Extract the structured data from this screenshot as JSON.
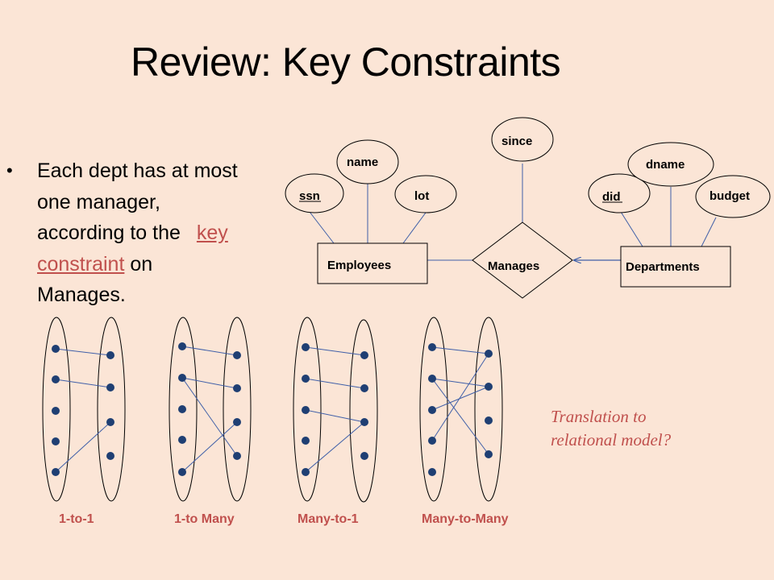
{
  "title": "Review: Key Constraints",
  "bullet": {
    "lines": [
      "Each dept has at most",
      "one manager,"
    ],
    "line3_prefix": "according to the",
    "key": "key",
    "constraint": "constraint",
    "on": "on",
    "last_line": "Manages."
  },
  "er_diagram": {
    "entities": {
      "employees": "Employees",
      "departments": "Departments"
    },
    "relationship": "Manages",
    "attributes": {
      "ssn": "ssn",
      "name": "name",
      "lot": "lot",
      "since": "since",
      "did": "did",
      "dname": "dname",
      "budget": "budget"
    }
  },
  "mappings": [
    {
      "label": "1-to-1"
    },
    {
      "label": "1-to Many"
    },
    {
      "label": "Many-to-1"
    },
    {
      "label": "Many-to-Many"
    }
  ],
  "note": {
    "line1": "Translation to",
    "line2": "relational model?"
  },
  "colors": {
    "background": "#fbe5d6",
    "accent": "#c0504d",
    "connector": "#3f5fa8",
    "dot": "#1f3f73"
  }
}
